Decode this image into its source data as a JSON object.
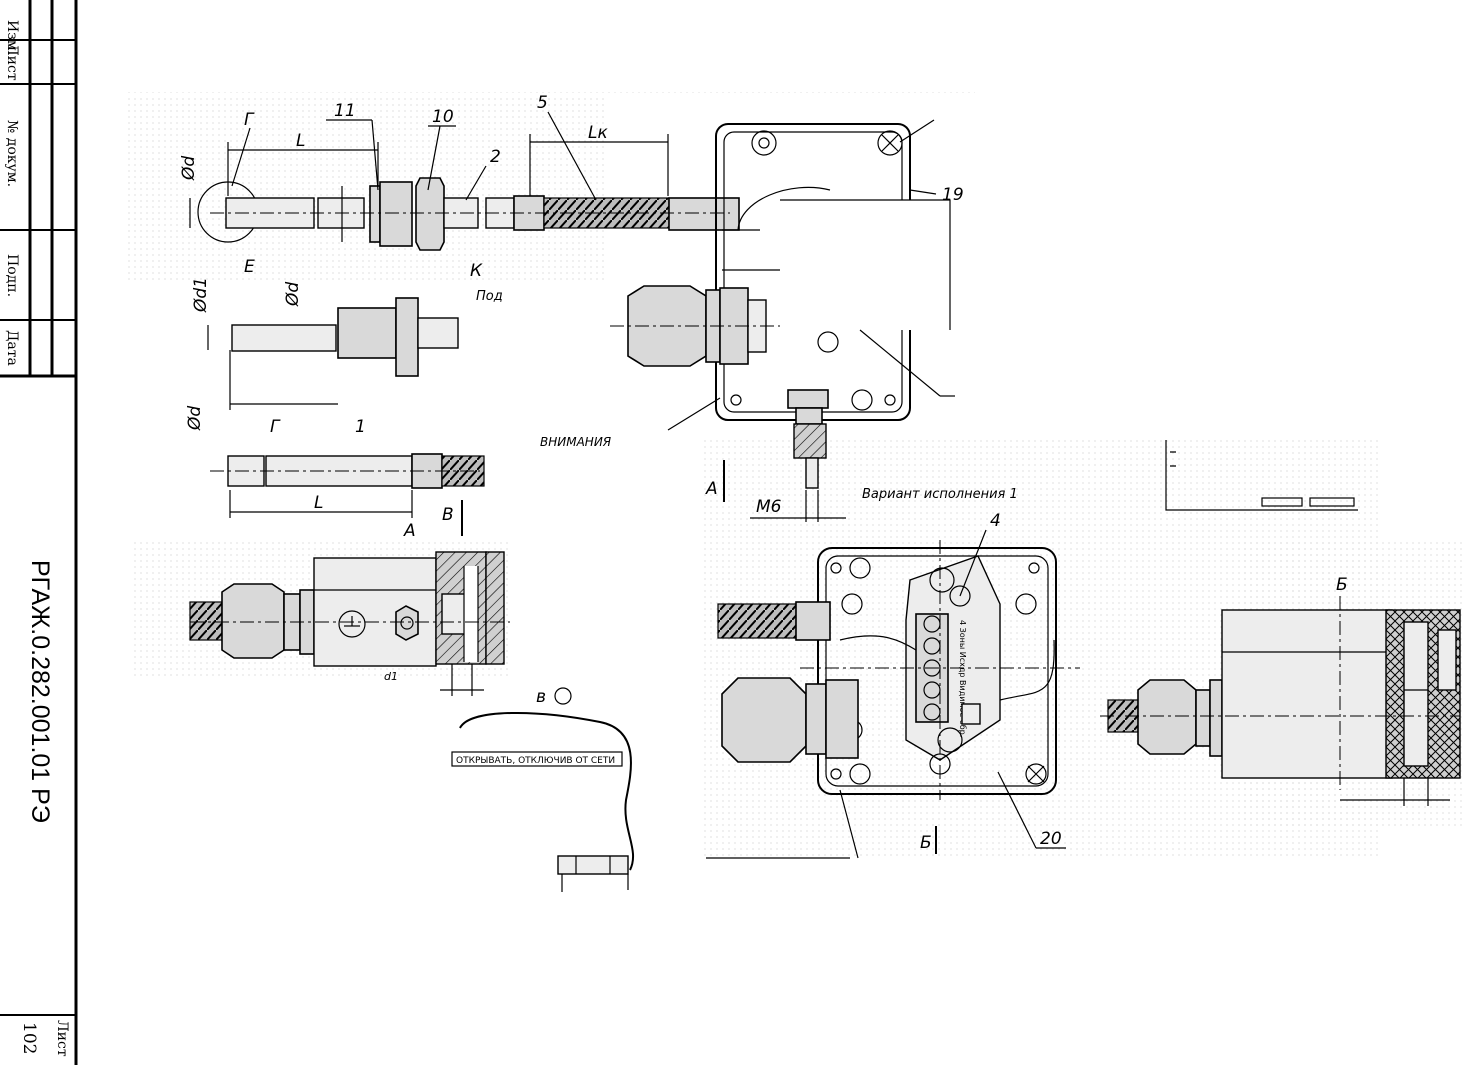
{
  "stamp": {
    "columns": [
      "Изм.",
      "Лист",
      "№ докум.",
      "Подп.",
      "Дата"
    ],
    "document_number": "РГАЖ.0.282.001.01 РЭ",
    "sheet_label": "Лист",
    "sheet_number": "102"
  },
  "callouts": {
    "c11": "11",
    "c10": "10",
    "c5": "5",
    "c2": "2",
    "c19": "19",
    "c4": "4",
    "c20": "20",
    "c1": "1",
    "cG": "Г"
  },
  "dimensions": {
    "L": "L",
    "Lk": "Lк",
    "phi_d": "Ød",
    "phi_d1": "Ød1",
    "M6": "M6"
  },
  "section_marks": {
    "A": "A",
    "B": "B",
    "Б": "Б",
    "view_B": "в"
  },
  "fragments": {
    "variant_left": "Е",
    "variant_mid": "К",
    "pod": "Под",
    "heading_g": "Г",
    "vnimanie": "ВНИМАНИЯ",
    "variant_bottom": "Вариант исполнения 1",
    "warning_plate": "ОТКРЫВАТЬ, ОТКЛЮЧИВ ОТ СЕТИ",
    "d1": "d1"
  },
  "terminal_label": "4 Зоны Исхдр Видимое обр.",
  "colors": {
    "line": "#000000",
    "fill": "#d9d9d9",
    "paper": "#ffffff"
  }
}
